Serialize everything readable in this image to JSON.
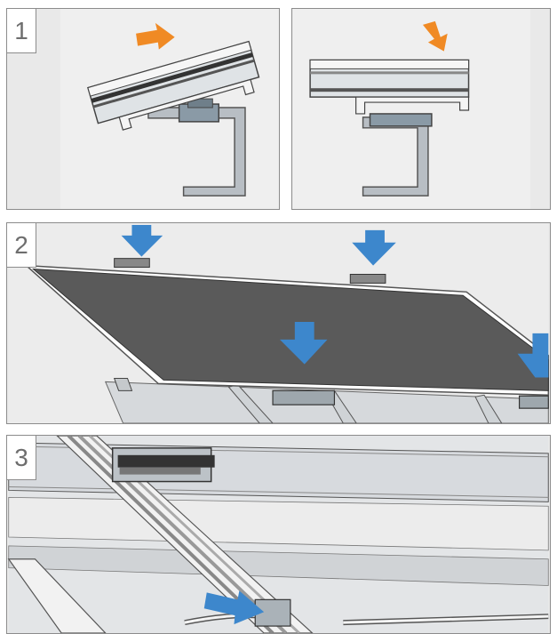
{
  "steps": [
    {
      "label": "1"
    },
    {
      "label": "2"
    },
    {
      "label": "3"
    }
  ],
  "colors": {
    "orange_arrow": "#f08a24",
    "blue_arrow": "#3d87cc",
    "panel_dark": "#5a5a5a",
    "rail": "#c9cdd1",
    "background": "#e9e9e9"
  }
}
